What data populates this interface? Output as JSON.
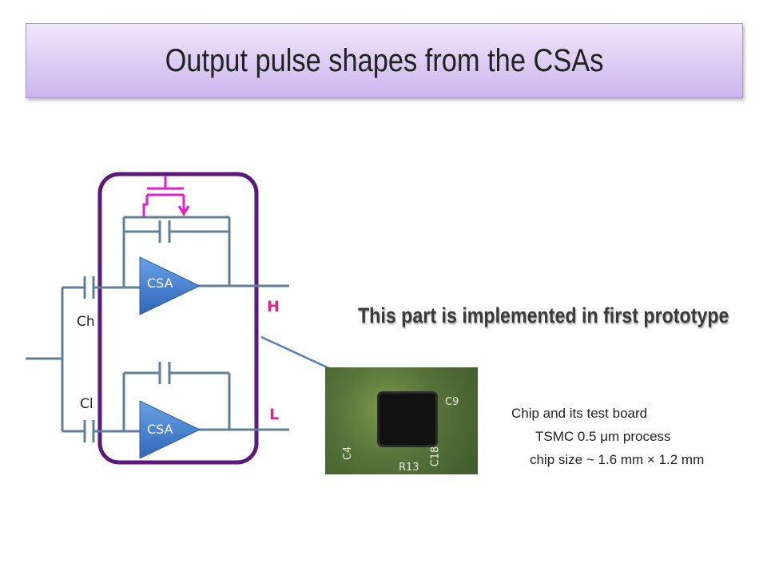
{
  "title": "Output pulse shapes from the CSAs",
  "circuit": {
    "amp_top": "CSA",
    "amp_bottom": "CSA",
    "cap_high": "Ch",
    "cap_low": "Cl",
    "out_high": "H",
    "out_low": "L"
  },
  "callout": "This part is implemented in first prototype",
  "photo_labels": [
    "C9",
    "C4",
    "C18",
    "R13"
  ],
  "description": {
    "line1_prefix": "",
    "line1": "Chip and its test board",
    "line2": "TSMC 0.5 μm process",
    "line3": "chip size ~ 1.6 mm × 1.2 mm"
  },
  "colors": {
    "frame": "#5b1a7a",
    "feedback_fet": "#e020c8",
    "wire": "#5f7f9a",
    "amp": "#3f7fce",
    "label_pink": "#e02090"
  }
}
